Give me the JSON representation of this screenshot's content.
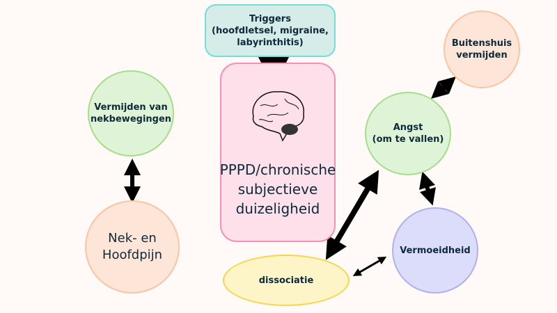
{
  "triggers": {
    "line1": "Triggers",
    "line2": "(hoofdletsel, migraine,",
    "line3": "labyrinthitis)"
  },
  "center": {
    "line1": "PPPD/chronische",
    "line2": "subjectieve",
    "line3": "duizeligheid",
    "icon": "brain-icon"
  },
  "nodes": {
    "neck_avoid": {
      "line1": "Vermijden van",
      "line2": "nekbewegingen"
    },
    "neck_pain": {
      "line1": "Nek- en",
      "line2": "Hoofdpijn"
    },
    "outside": {
      "line1": "Buitenshuis",
      "line2": "vermijden"
    },
    "fear": {
      "line1": "Angst",
      "line2": "(om te vallen)"
    },
    "fatigue": {
      "label": "Vermoeidheid"
    },
    "dissociation": {
      "label": "dissociatie"
    }
  },
  "colors": {
    "green": "#dff3d6",
    "green_border": "#a6dd8a",
    "orange": "#fde6d8",
    "orange_border": "#fcc4a2",
    "purple": "#dcdcfb",
    "purple_border": "#b0b0ef",
    "yellow": "#fdf4c8",
    "yellow_border": "#f5d64a",
    "pink": "#fde0ea",
    "pink_border": "#f78fb8",
    "teal": "#d5ece8",
    "teal_border": "#6fe0d4"
  }
}
